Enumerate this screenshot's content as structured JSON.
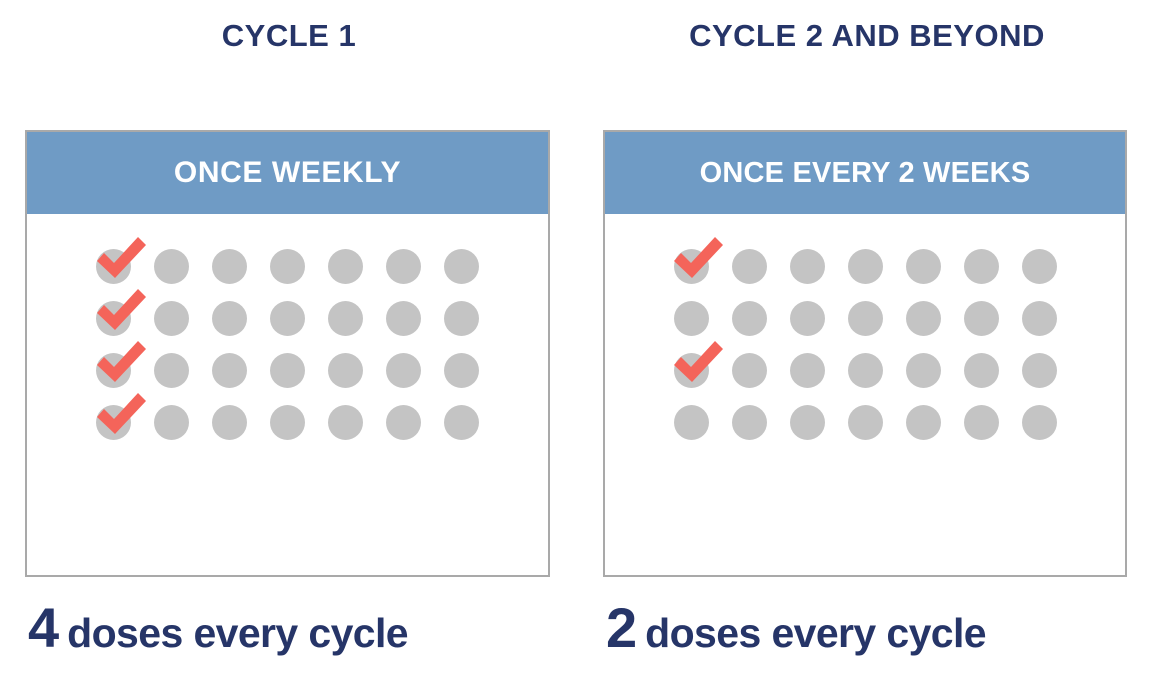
{
  "colors": {
    "navy": "#263568",
    "header_blue": "#6f9bc5",
    "dot_gray": "#c4c4c4",
    "check_red": "#f4645a",
    "card_border": "#a9a9a9",
    "background": "#ffffff"
  },
  "panels": [
    {
      "title": "CYCLE 1",
      "frequency_label": "ONCE WEEKLY",
      "caption_number": "4",
      "caption_text": "doses every cycle",
      "grid": {
        "rows": 4,
        "columns": 7,
        "checked_cells": [
          [
            true,
            false,
            false,
            false,
            false,
            false,
            false
          ],
          [
            true,
            false,
            false,
            false,
            false,
            false,
            false
          ],
          [
            true,
            false,
            false,
            false,
            false,
            false,
            false
          ],
          [
            true,
            false,
            false,
            false,
            false,
            false,
            false
          ]
        ]
      }
    },
    {
      "title": "CYCLE 2 AND BEYOND",
      "frequency_label": "ONCE EVERY 2 WEEKS",
      "caption_number": "2",
      "caption_text": "doses every cycle",
      "grid": {
        "rows": 4,
        "columns": 7,
        "checked_cells": [
          [
            true,
            false,
            false,
            false,
            false,
            false,
            false
          ],
          [
            false,
            false,
            false,
            false,
            false,
            false,
            false
          ],
          [
            true,
            false,
            false,
            false,
            false,
            false,
            false
          ],
          [
            false,
            false,
            false,
            false,
            false,
            false,
            false
          ]
        ]
      }
    }
  ],
  "icons": {
    "check": "checkmark-icon"
  }
}
